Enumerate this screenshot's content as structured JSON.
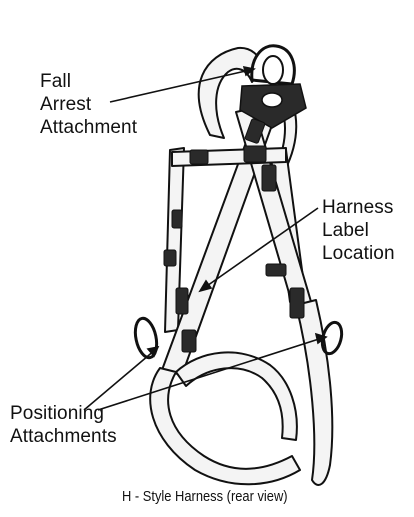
{
  "labels": {
    "fall_arrest": [
      "Fall",
      "Arrest",
      "Attachment"
    ],
    "harness_label": [
      "Harness",
      "Label",
      "Location"
    ],
    "positioning": [
      "Positioning",
      "Attachments"
    ]
  },
  "caption": "H - Style Harness (rear view)",
  "colors": {
    "ink": "#111111",
    "strap": "#f4f4f4",
    "hardware": "#2a2a2a",
    "paper": "#ffffff"
  }
}
